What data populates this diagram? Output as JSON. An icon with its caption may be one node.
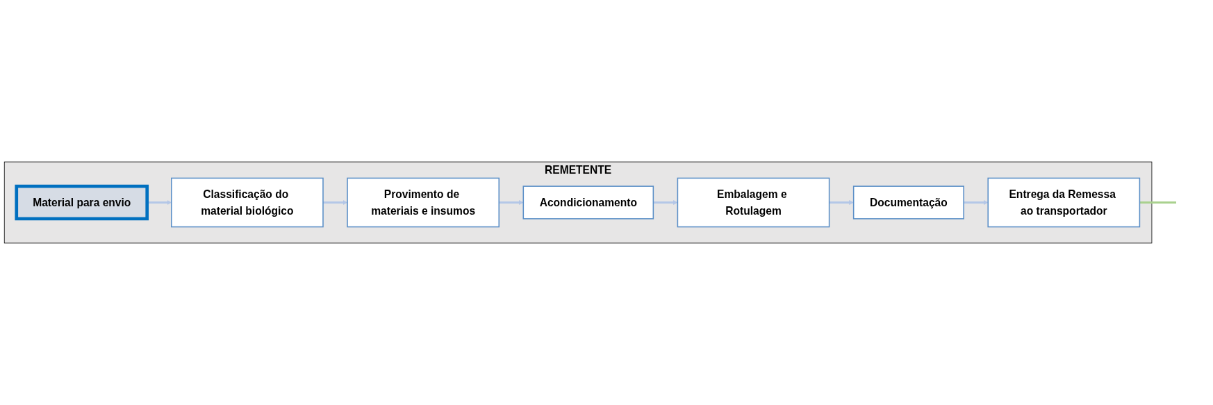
{
  "diagram": {
    "nodes": [
      {
        "text": [
          "REMETENTE"
        ]
      },
      {
        "text": [
          "Material para envio"
        ],
        "in": 0
      },
      {
        "text": [
          "Classificação do material biológico"
        ],
        "in": 0
      },
      {
        "text": [
          "Provimento de materiais e insumos"
        ],
        "in": 0
      },
      {
        "text": [
          "Acondicionamento"
        ],
        "in": 0
      },
      {
        "text": [
          "Embalagem e Rotulagem"
        ],
        "in": 0
      },
      {
        "text": [
          "Documentação"
        ],
        "in": 0
      },
      {
        "text": [
          "Entrega da Remessa ao transportador"
        ],
        "in": 0
      }
    ],
    "edges": [
      {
        "from": 1,
        "to": 2,
        "arrow": "to"
      },
      {
        "from": 2,
        "to": 3,
        "arrow": "to"
      },
      {
        "from": 3,
        "to": 4,
        "arrow": "to"
      },
      {
        "from": 4,
        "to": 5,
        "arrow": "to"
      },
      {
        "from": 5,
        "to": 6,
        "arrow": "to"
      },
      {
        "from": 6,
        "to": 7,
        "arrow": "to"
      },
      {
        "from": 7,
        "to": null,
        "arrow": "none",
        "color": "#a9d18e"
      }
    ]
  }
}
